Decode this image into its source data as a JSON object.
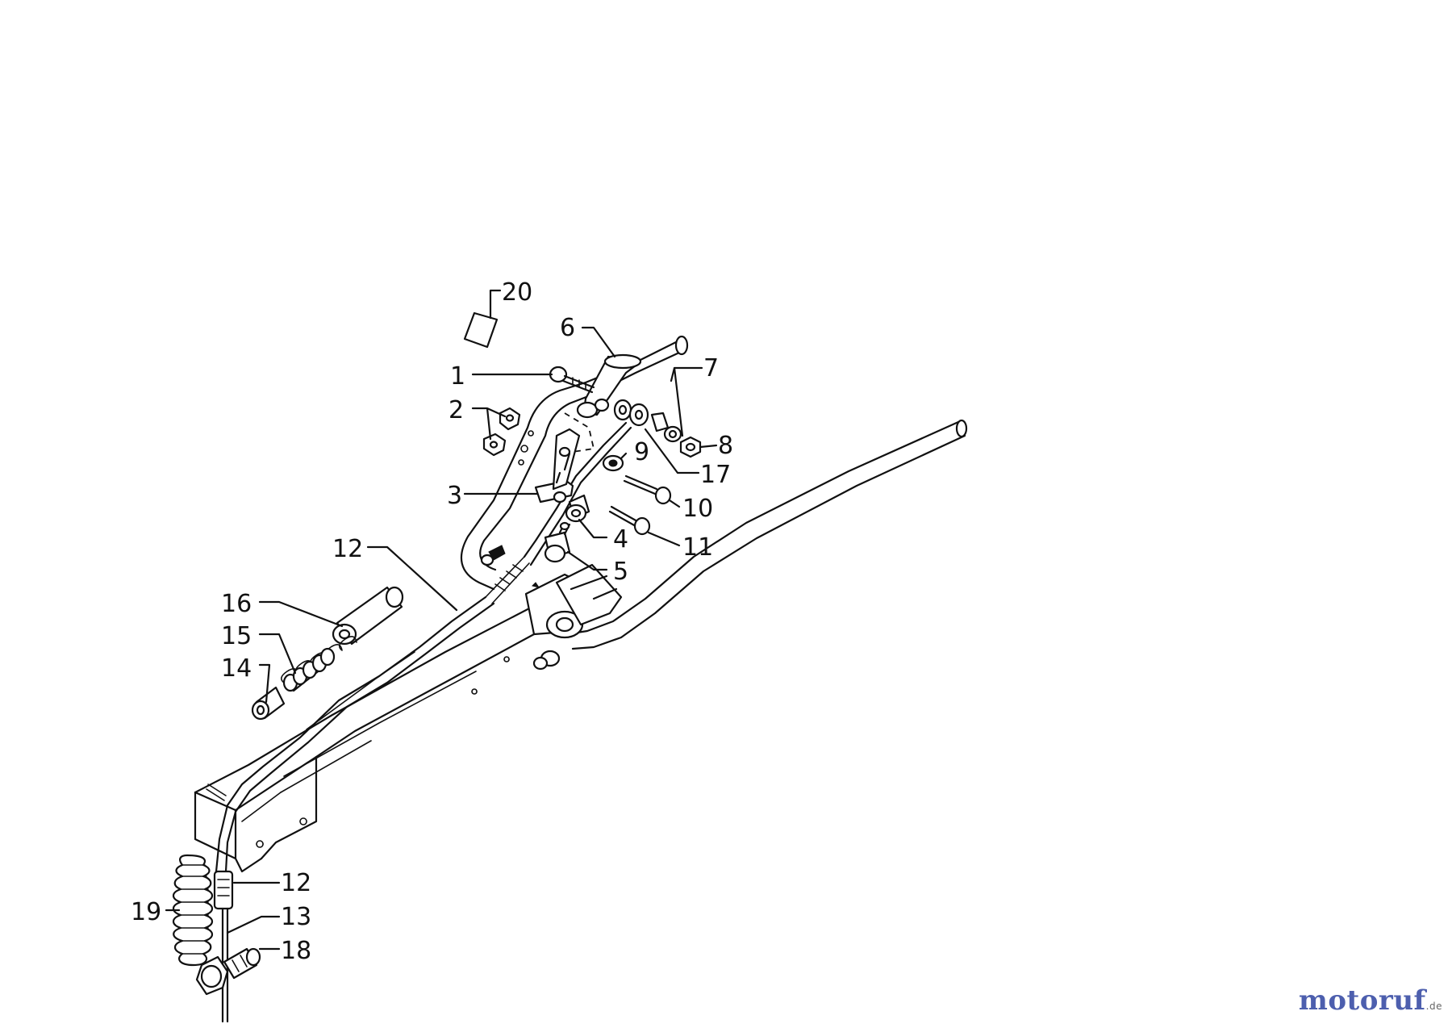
{
  "callouts": {
    "p1": "1",
    "p2": "2",
    "p3": "3",
    "p4": "4",
    "p5": "5",
    "p6": "6",
    "p7": "7",
    "p8": "8",
    "p9": "9",
    "p10": "10",
    "p11": "11",
    "p12_upper": "12",
    "p12_lower": "12",
    "p13": "13",
    "p14": "14",
    "p15": "15",
    "p16": "16",
    "p17": "17",
    "p18": "18",
    "p19": "19",
    "p20": "20"
  },
  "watermark": {
    "brand": "motoruf",
    "tld": ".de"
  },
  "colors": {
    "line": "#111111",
    "watermark": "#4d5fae"
  }
}
